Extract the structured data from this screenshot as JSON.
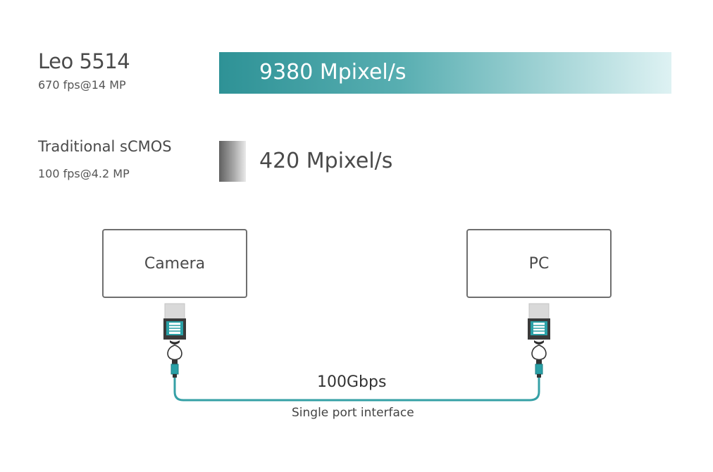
{
  "leo": {
    "name": "Leo 5514",
    "spec": "670 fps@14 MP",
    "throughput": "9380 Mpixel/s"
  },
  "scmos": {
    "name": "Traditional sCMOS",
    "spec": "100 fps@4.2 MP",
    "throughput": "420 Mpixel/s"
  },
  "diagram": {
    "camera_label": "Camera",
    "pc_label": "PC",
    "speed_label": "100Gbps",
    "interface_label": "Single port interface"
  },
  "colors": {
    "teal": "#2e9296",
    "cable": "#35a0a6",
    "box_border": "#6f6f6f"
  }
}
